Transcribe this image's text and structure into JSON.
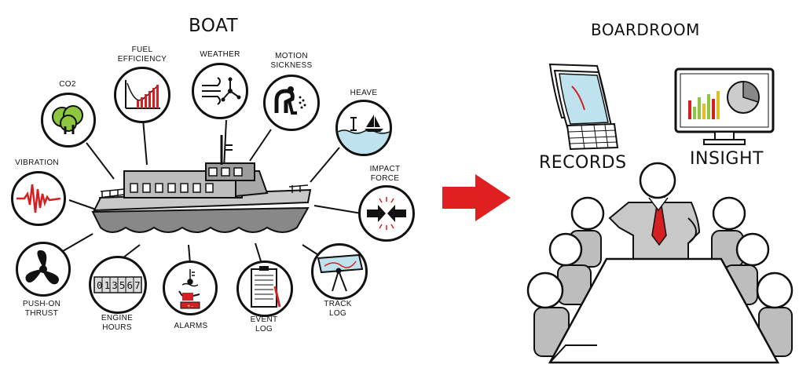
{
  "boat_section": {
    "title": "BOAT"
  },
  "boardroom_section": {
    "title": "BOARDROOM"
  },
  "sensors": {
    "co2": {
      "label": "CO2",
      "icon": "tree-icon"
    },
    "fuel": {
      "label": "FUEL\nEFFICIENCY",
      "icon": "bar-chart-icon"
    },
    "weather": {
      "label": "WEATHER",
      "icon": "wind-icon"
    },
    "motion": {
      "label": "MOTION\nSICKNESS",
      "icon": "seasick-person-icon"
    },
    "heave": {
      "label": "HEAVE",
      "icon": "sailboat-wave-icon"
    },
    "impact": {
      "label": "IMPACT\nFORCE",
      "icon": "impact-arrows-icon"
    },
    "vibration": {
      "label": "VIBRATION",
      "icon": "vibration-wave-icon"
    },
    "thrust": {
      "label": "PUSH-ON\nTHRUST",
      "icon": "propeller-icon"
    },
    "engine": {
      "label": "ENGINE\nHOURS",
      "icon": "counter-icon",
      "counter": "013567"
    },
    "alarms": {
      "label": "ALARMS",
      "icon": "alarm-icon"
    },
    "event": {
      "label": "EVENT\nLOG",
      "icon": "clipboard-icon"
    },
    "track": {
      "label": "TRACK\nLOG",
      "icon": "chart-compass-icon"
    }
  },
  "records": {
    "label": "RECORDS",
    "icon": "documents-icon"
  },
  "insight": {
    "label": "INSIGHT",
    "icon": "monitor-icon"
  },
  "colors": {
    "arrow": "#e02020",
    "accent_red": "#d42020",
    "water": "#bfe3ee",
    "tree": "#8ec63f"
  }
}
